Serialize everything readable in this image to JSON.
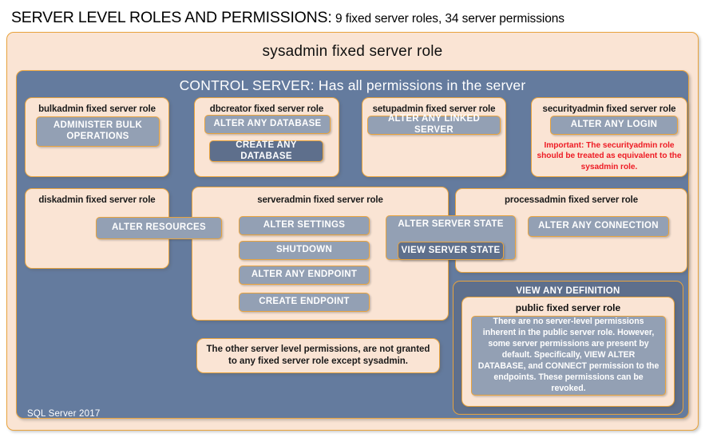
{
  "header": {
    "title": "SERVER LEVEL ROLES AND PERMISSIONS:",
    "subtitle": "9 fixed server roles, 34 server permissions"
  },
  "diagram": {
    "sysadmin_label": "sysadmin fixed server role",
    "control_server_label": "CONTROL SERVER: Has all permissions in the server",
    "version_label": "SQL Server 2017",
    "other_permissions_note": "The other server level permissions, are not granted to any fixed server role except sysadmin.",
    "view_any_definition_label": "VIEW ANY DEFINITION"
  },
  "roles": {
    "bulkadmin": {
      "title": "bulkadmin fixed server role",
      "permissions": [
        "ADMINISTER BULK OPERATIONS"
      ]
    },
    "dbcreator": {
      "title": "dbcreator fixed server role",
      "permissions": [
        "ALTER ANY DATABASE",
        "CREATE ANY DATABASE"
      ]
    },
    "setupadmin": {
      "title": "setupadmin fixed server role",
      "permissions": [
        "ALTER ANY LINKED SERVER"
      ]
    },
    "securityadmin": {
      "title": "securityadmin fixed server role",
      "permissions": [
        "ALTER ANY LOGIN"
      ],
      "note": "Important: The securityadmin role should be treated as equivalent to the sysadmin role.",
      "note_color": "#ee1c25"
    },
    "diskadmin": {
      "title": "diskadmin fixed server role",
      "permissions": [
        "ALTER RESOURCES"
      ]
    },
    "serveradmin": {
      "title": "serveradmin fixed server role",
      "permissions": [
        "ALTER SETTINGS",
        "SHUTDOWN",
        "ALTER ANY ENDPOINT",
        "CREATE ENDPOINT",
        "ALTER SERVER STATE",
        "VIEW SERVER STATE"
      ]
    },
    "processadmin": {
      "title": "processadmin fixed server role",
      "permissions": [
        "ALTER ANY CONNECTION",
        "ALTER SERVER STATE",
        "VIEW SERVER STATE"
      ]
    },
    "public": {
      "title": "public fixed server role",
      "note": "There are no server-level permissions inherent in the public server role. However, some server permissions are present by default. Specifically, VIEW ALTER DATABASE, and CONNECT permission to the endpoints. These permissions can be revoked."
    }
  },
  "colors": {
    "peach_fill": "#fae4d4",
    "gold_border": "#e8a33d",
    "blue_panel": "#647b9e",
    "chip_fill": "#93a0b4",
    "chip_dark_fill": "#5e6f8c",
    "warning_red": "#ee1c25"
  }
}
